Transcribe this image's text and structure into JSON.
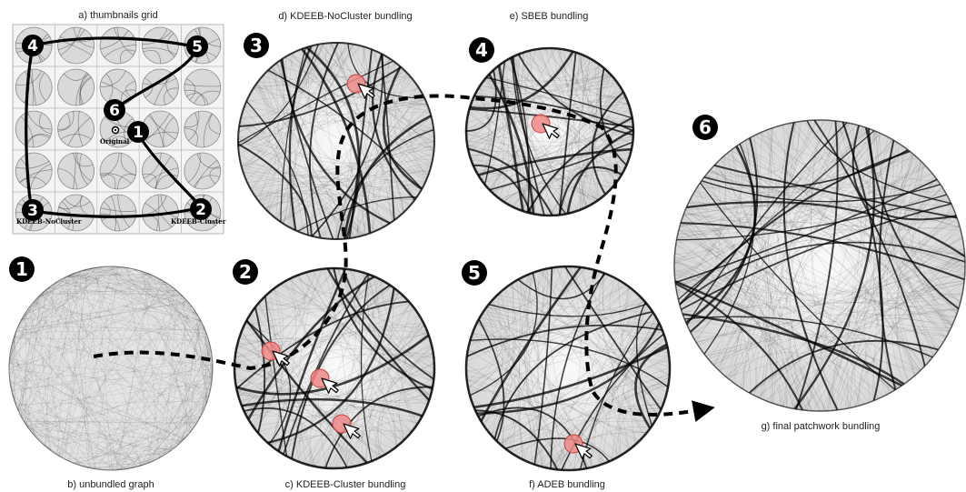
{
  "labels": {
    "thumbnails": "a) thumbnails grid",
    "unbundled": "b) unbundled graph",
    "kdeeb_cluster": "c) KDEEB-Cluster bundling",
    "kdeeb_nocluster": "d) KDEEB-NoCluster bundling",
    "sbeb": "e) SBEB bundling",
    "adeb": "f) ADEB bundling",
    "patchwork": "g) final patchwork bundling"
  },
  "thumbnail_grid": {
    "rows": 5,
    "cols": 5,
    "cell_labels": {
      "original": "Original",
      "nocluster": "KDEEB-NoCluster",
      "cluster": "KDEEB-Cluster"
    }
  },
  "badges": {
    "b1": "1",
    "b2": "2",
    "b3": "3",
    "b4": "4",
    "b5": "5",
    "b6": "6"
  },
  "colors": {
    "marker_fill": "#f08a8a",
    "marker_stroke": "#c84040",
    "edge_dark": "#111111",
    "badge_fill": "#000000"
  }
}
